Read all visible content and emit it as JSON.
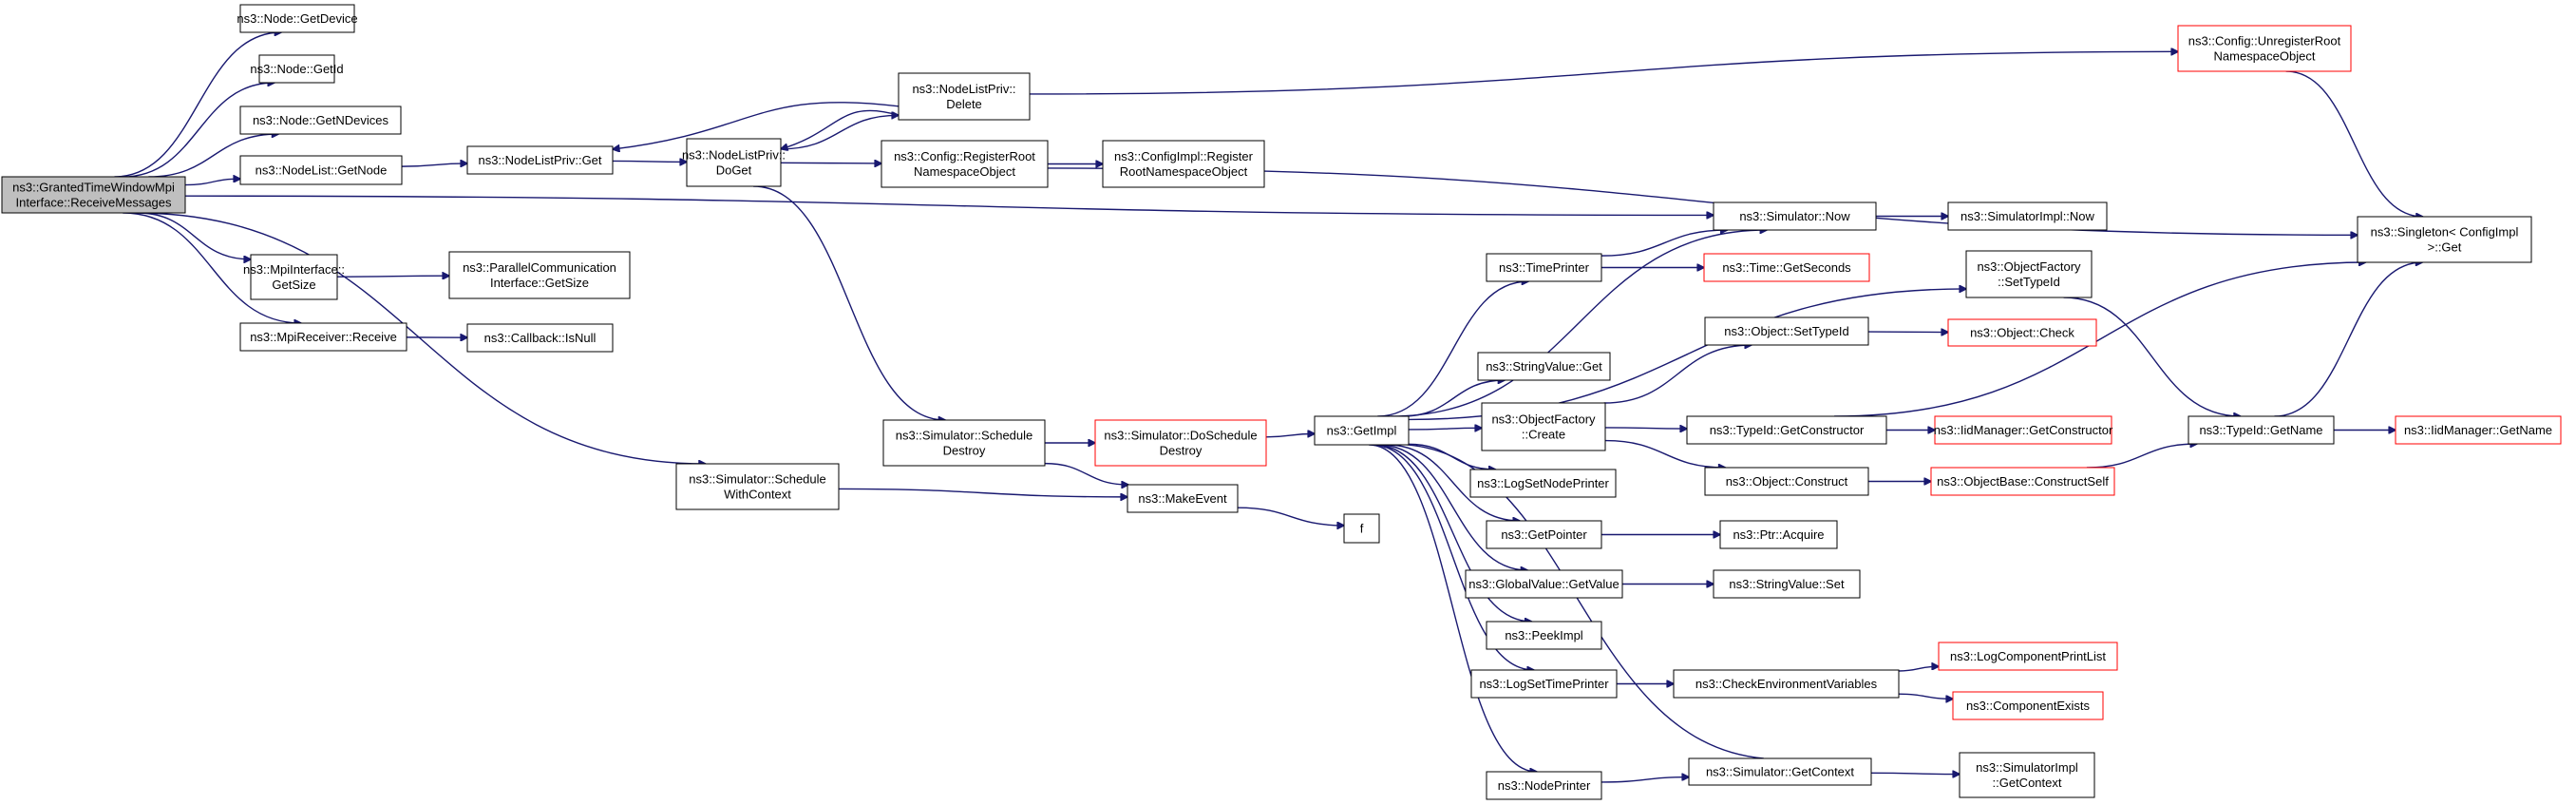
{
  "diagram": {
    "colors": {
      "edge": "#191970",
      "node_border": "#000000",
      "truncated_border": "#ff0000",
      "root_fill": "#bfbfbf",
      "node_fill": "#ffffff"
    },
    "nodes": [
      {
        "id": "root",
        "lines": [
          "ns3::GrantedTimeWindowMpi",
          "Interface::ReceiveMessages"
        ],
        "style": "root"
      },
      {
        "id": "node_getdevice",
        "lines": [
          "ns3::Node::GetDevice"
        ]
      },
      {
        "id": "node_getid",
        "lines": [
          "ns3::Node::GetId"
        ]
      },
      {
        "id": "node_getndevices",
        "lines": [
          "ns3::Node::GetNDevices"
        ]
      },
      {
        "id": "nodelist_getnode",
        "lines": [
          "ns3::NodeList::GetNode"
        ]
      },
      {
        "id": "mpiinterface_getsize",
        "lines": [
          "ns3::MpiInterface::",
          "GetSize"
        ]
      },
      {
        "id": "mpireceiver_receive",
        "lines": [
          "ns3::MpiReceiver::Receive"
        ]
      },
      {
        "id": "nodelistpriv_get",
        "lines": [
          "ns3::NodeListPriv::Get"
        ]
      },
      {
        "id": "parallelcomm_getsize",
        "lines": [
          "ns3::ParallelCommunication",
          "Interface::GetSize"
        ]
      },
      {
        "id": "callback_isnull",
        "lines": [
          "ns3::Callback::IsNull"
        ]
      },
      {
        "id": "nodelistpriv_doget",
        "lines": [
          "ns3::NodeListPriv::",
          "DoGet"
        ]
      },
      {
        "id": "nodelistpriv_delete",
        "lines": [
          "ns3::NodeListPriv::",
          "Delete"
        ]
      },
      {
        "id": "config_registerroot",
        "lines": [
          "ns3::Config::RegisterRoot",
          "NamespaceObject"
        ]
      },
      {
        "id": "configimpl_registerroot",
        "lines": [
          "ns3::ConfigImpl::Register",
          "RootNamespaceObject"
        ]
      },
      {
        "id": "config_unregisterroot",
        "lines": [
          "ns3::Config::UnregisterRoot",
          "NamespaceObject"
        ],
        "style": "red"
      },
      {
        "id": "singleton_get",
        "lines": [
          "ns3::Singleton< ConfigImpl",
          ">::Get"
        ]
      },
      {
        "id": "simulator_schedulewithcontext",
        "lines": [
          "ns3::Simulator::Schedule",
          "WithContext"
        ]
      },
      {
        "id": "simulator_scheduledestroy",
        "lines": [
          "ns3::Simulator::Schedule",
          "Destroy"
        ]
      },
      {
        "id": "simulator_doscheduledestroy",
        "lines": [
          "ns3::Simulator::DoSchedule",
          "Destroy"
        ],
        "style": "red"
      },
      {
        "id": "makeevent",
        "lines": [
          "ns3::MakeEvent"
        ]
      },
      {
        "id": "getimpl",
        "lines": [
          "ns3::GetImpl"
        ]
      },
      {
        "id": "f",
        "lines": [
          "f"
        ]
      },
      {
        "id": "simulator_now",
        "lines": [
          "ns3::Simulator::Now"
        ]
      },
      {
        "id": "simulatorimpl_now",
        "lines": [
          "ns3::SimulatorImpl::Now"
        ]
      },
      {
        "id": "timeprinter",
        "lines": [
          "ns3::TimePrinter"
        ]
      },
      {
        "id": "time_getseconds",
        "lines": [
          "ns3::Time::GetSeconds"
        ],
        "style": "red"
      },
      {
        "id": "objectfactory_settypeid",
        "lines": [
          "ns3::ObjectFactory",
          "::SetTypeId"
        ]
      },
      {
        "id": "stringvalue_get",
        "lines": [
          "ns3::StringValue::Get"
        ]
      },
      {
        "id": "objectfactory_create",
        "lines": [
          "ns3::ObjectFactory",
          "::Create"
        ]
      },
      {
        "id": "object_settypeid",
        "lines": [
          "ns3::Object::SetTypeId"
        ]
      },
      {
        "id": "object_check",
        "lines": [
          "ns3::Object::Check"
        ],
        "style": "red"
      },
      {
        "id": "typeid_getconstructor",
        "lines": [
          "ns3::TypeId::GetConstructor"
        ]
      },
      {
        "id": "iidmanager_getconstructor",
        "lines": [
          "ns3::IidManager::GetConstructor"
        ],
        "style": "red"
      },
      {
        "id": "object_construct",
        "lines": [
          "ns3::Object::Construct"
        ]
      },
      {
        "id": "objectbase_constructself",
        "lines": [
          "ns3::ObjectBase::ConstructSelf"
        ],
        "style": "red"
      },
      {
        "id": "typeid_getname",
        "lines": [
          "ns3::TypeId::GetName"
        ]
      },
      {
        "id": "iidmanager_getname",
        "lines": [
          "ns3::IidManager::GetName"
        ],
        "style": "red"
      },
      {
        "id": "logsetnodeprinter",
        "lines": [
          "ns3::LogSetNodePrinter"
        ]
      },
      {
        "id": "getpointer",
        "lines": [
          "ns3::GetPointer"
        ]
      },
      {
        "id": "ptr_acquire",
        "lines": [
          "ns3::Ptr::Acquire"
        ]
      },
      {
        "id": "globalvalue_getvalue",
        "lines": [
          "ns3::GlobalValue::GetValue"
        ]
      },
      {
        "id": "stringvalue_set",
        "lines": [
          "ns3::StringValue::Set"
        ]
      },
      {
        "id": "peekimpl",
        "lines": [
          "ns3::PeekImpl"
        ]
      },
      {
        "id": "logsettimeprinter",
        "lines": [
          "ns3::LogSetTimePrinter"
        ]
      },
      {
        "id": "checkenvvars",
        "lines": [
          "ns3::CheckEnvironmentVariables"
        ]
      },
      {
        "id": "logcomponentprintlist",
        "lines": [
          "ns3::LogComponentPrintList"
        ],
        "style": "red"
      },
      {
        "id": "componentexists",
        "lines": [
          "ns3::ComponentExists"
        ],
        "style": "red"
      },
      {
        "id": "nodeprinter",
        "lines": [
          "ns3::NodePrinter"
        ]
      },
      {
        "id": "simulator_getcontext",
        "lines": [
          "ns3::Simulator::GetContext"
        ]
      },
      {
        "id": "simulatorimpl_getcontext",
        "lines": [
          "ns3::SimulatorImpl",
          "::GetContext"
        ]
      }
    ],
    "edges": [
      [
        "root",
        "node_getdevice"
      ],
      [
        "root",
        "node_getid"
      ],
      [
        "root",
        "node_getndevices"
      ],
      [
        "root",
        "nodelist_getnode"
      ],
      [
        "root",
        "simulator_now"
      ],
      [
        "root",
        "mpiinterface_getsize"
      ],
      [
        "root",
        "mpireceiver_receive"
      ],
      [
        "root",
        "simulator_schedulewithcontext"
      ],
      [
        "nodelist_getnode",
        "nodelistpriv_get"
      ],
      [
        "nodelistpriv_get",
        "nodelistpriv_doget"
      ],
      [
        "nodelistpriv_doget",
        "nodelistpriv_delete"
      ],
      [
        "nodelistpriv_delete",
        "nodelistpriv_doget"
      ],
      [
        "nodelistpriv_delete",
        "nodelistpriv_get"
      ],
      [
        "nodelistpriv_delete",
        "config_unregisterroot"
      ],
      [
        "config_unregisterroot",
        "singleton_get"
      ],
      [
        "nodelistpriv_doget",
        "config_registerroot"
      ],
      [
        "config_registerroot",
        "configimpl_registerroot"
      ],
      [
        "config_registerroot",
        "singleton_get"
      ],
      [
        "nodelistpriv_doget",
        "simulator_scheduledestroy"
      ],
      [
        "mpiinterface_getsize",
        "parallelcomm_getsize"
      ],
      [
        "mpireceiver_receive",
        "callback_isnull"
      ],
      [
        "simulator_schedulewithcontext",
        "makeevent"
      ],
      [
        "simulator_scheduledestroy",
        "simulator_doscheduledestroy"
      ],
      [
        "simulator_scheduledestroy",
        "makeevent"
      ],
      [
        "simulator_doscheduledestroy",
        "getimpl"
      ],
      [
        "makeevent",
        "f"
      ],
      [
        "getimpl",
        "simulator_now"
      ],
      [
        "getimpl",
        "timeprinter"
      ],
      [
        "getimpl",
        "objectfactory_settypeid"
      ],
      [
        "getimpl",
        "stringvalue_get"
      ],
      [
        "getimpl",
        "objectfactory_create"
      ],
      [
        "getimpl",
        "logsetnodeprinter"
      ],
      [
        "getimpl",
        "getpointer"
      ],
      [
        "getimpl",
        "globalvalue_getvalue"
      ],
      [
        "getimpl",
        "peekimpl"
      ],
      [
        "getimpl",
        "logsettimeprinter"
      ],
      [
        "getimpl",
        "nodeprinter"
      ],
      [
        "simulator_now",
        "simulatorimpl_now"
      ],
      [
        "timeprinter",
        "simulator_now"
      ],
      [
        "timeprinter",
        "time_getseconds"
      ],
      [
        "objectfactory_settypeid",
        "typeid_getname"
      ],
      [
        "objectfactory_create",
        "object_settypeid"
      ],
      [
        "objectfactory_create",
        "typeid_getconstructor"
      ],
      [
        "objectfactory_create",
        "object_construct"
      ],
      [
        "object_settypeid",
        "object_check"
      ],
      [
        "typeid_getconstructor",
        "iidmanager_getconstructor"
      ],
      [
        "typeid_getconstructor",
        "singleton_get"
      ],
      [
        "object_construct",
        "objectbase_constructself"
      ],
      [
        "objectbase_constructself",
        "typeid_getname"
      ],
      [
        "typeid_getname",
        "iidmanager_getname"
      ],
      [
        "typeid_getname",
        "singleton_get"
      ],
      [
        "getpointer",
        "ptr_acquire"
      ],
      [
        "globalvalue_getvalue",
        "stringvalue_set"
      ],
      [
        "logsettimeprinter",
        "checkenvvars"
      ],
      [
        "checkenvvars",
        "logcomponentprintlist"
      ],
      [
        "checkenvvars",
        "componentexists"
      ],
      [
        "nodeprinter",
        "simulator_getcontext"
      ],
      [
        "simulator_getcontext",
        "getimpl"
      ],
      [
        "simulator_getcontext",
        "simulatorimpl_getcontext"
      ]
    ]
  }
}
